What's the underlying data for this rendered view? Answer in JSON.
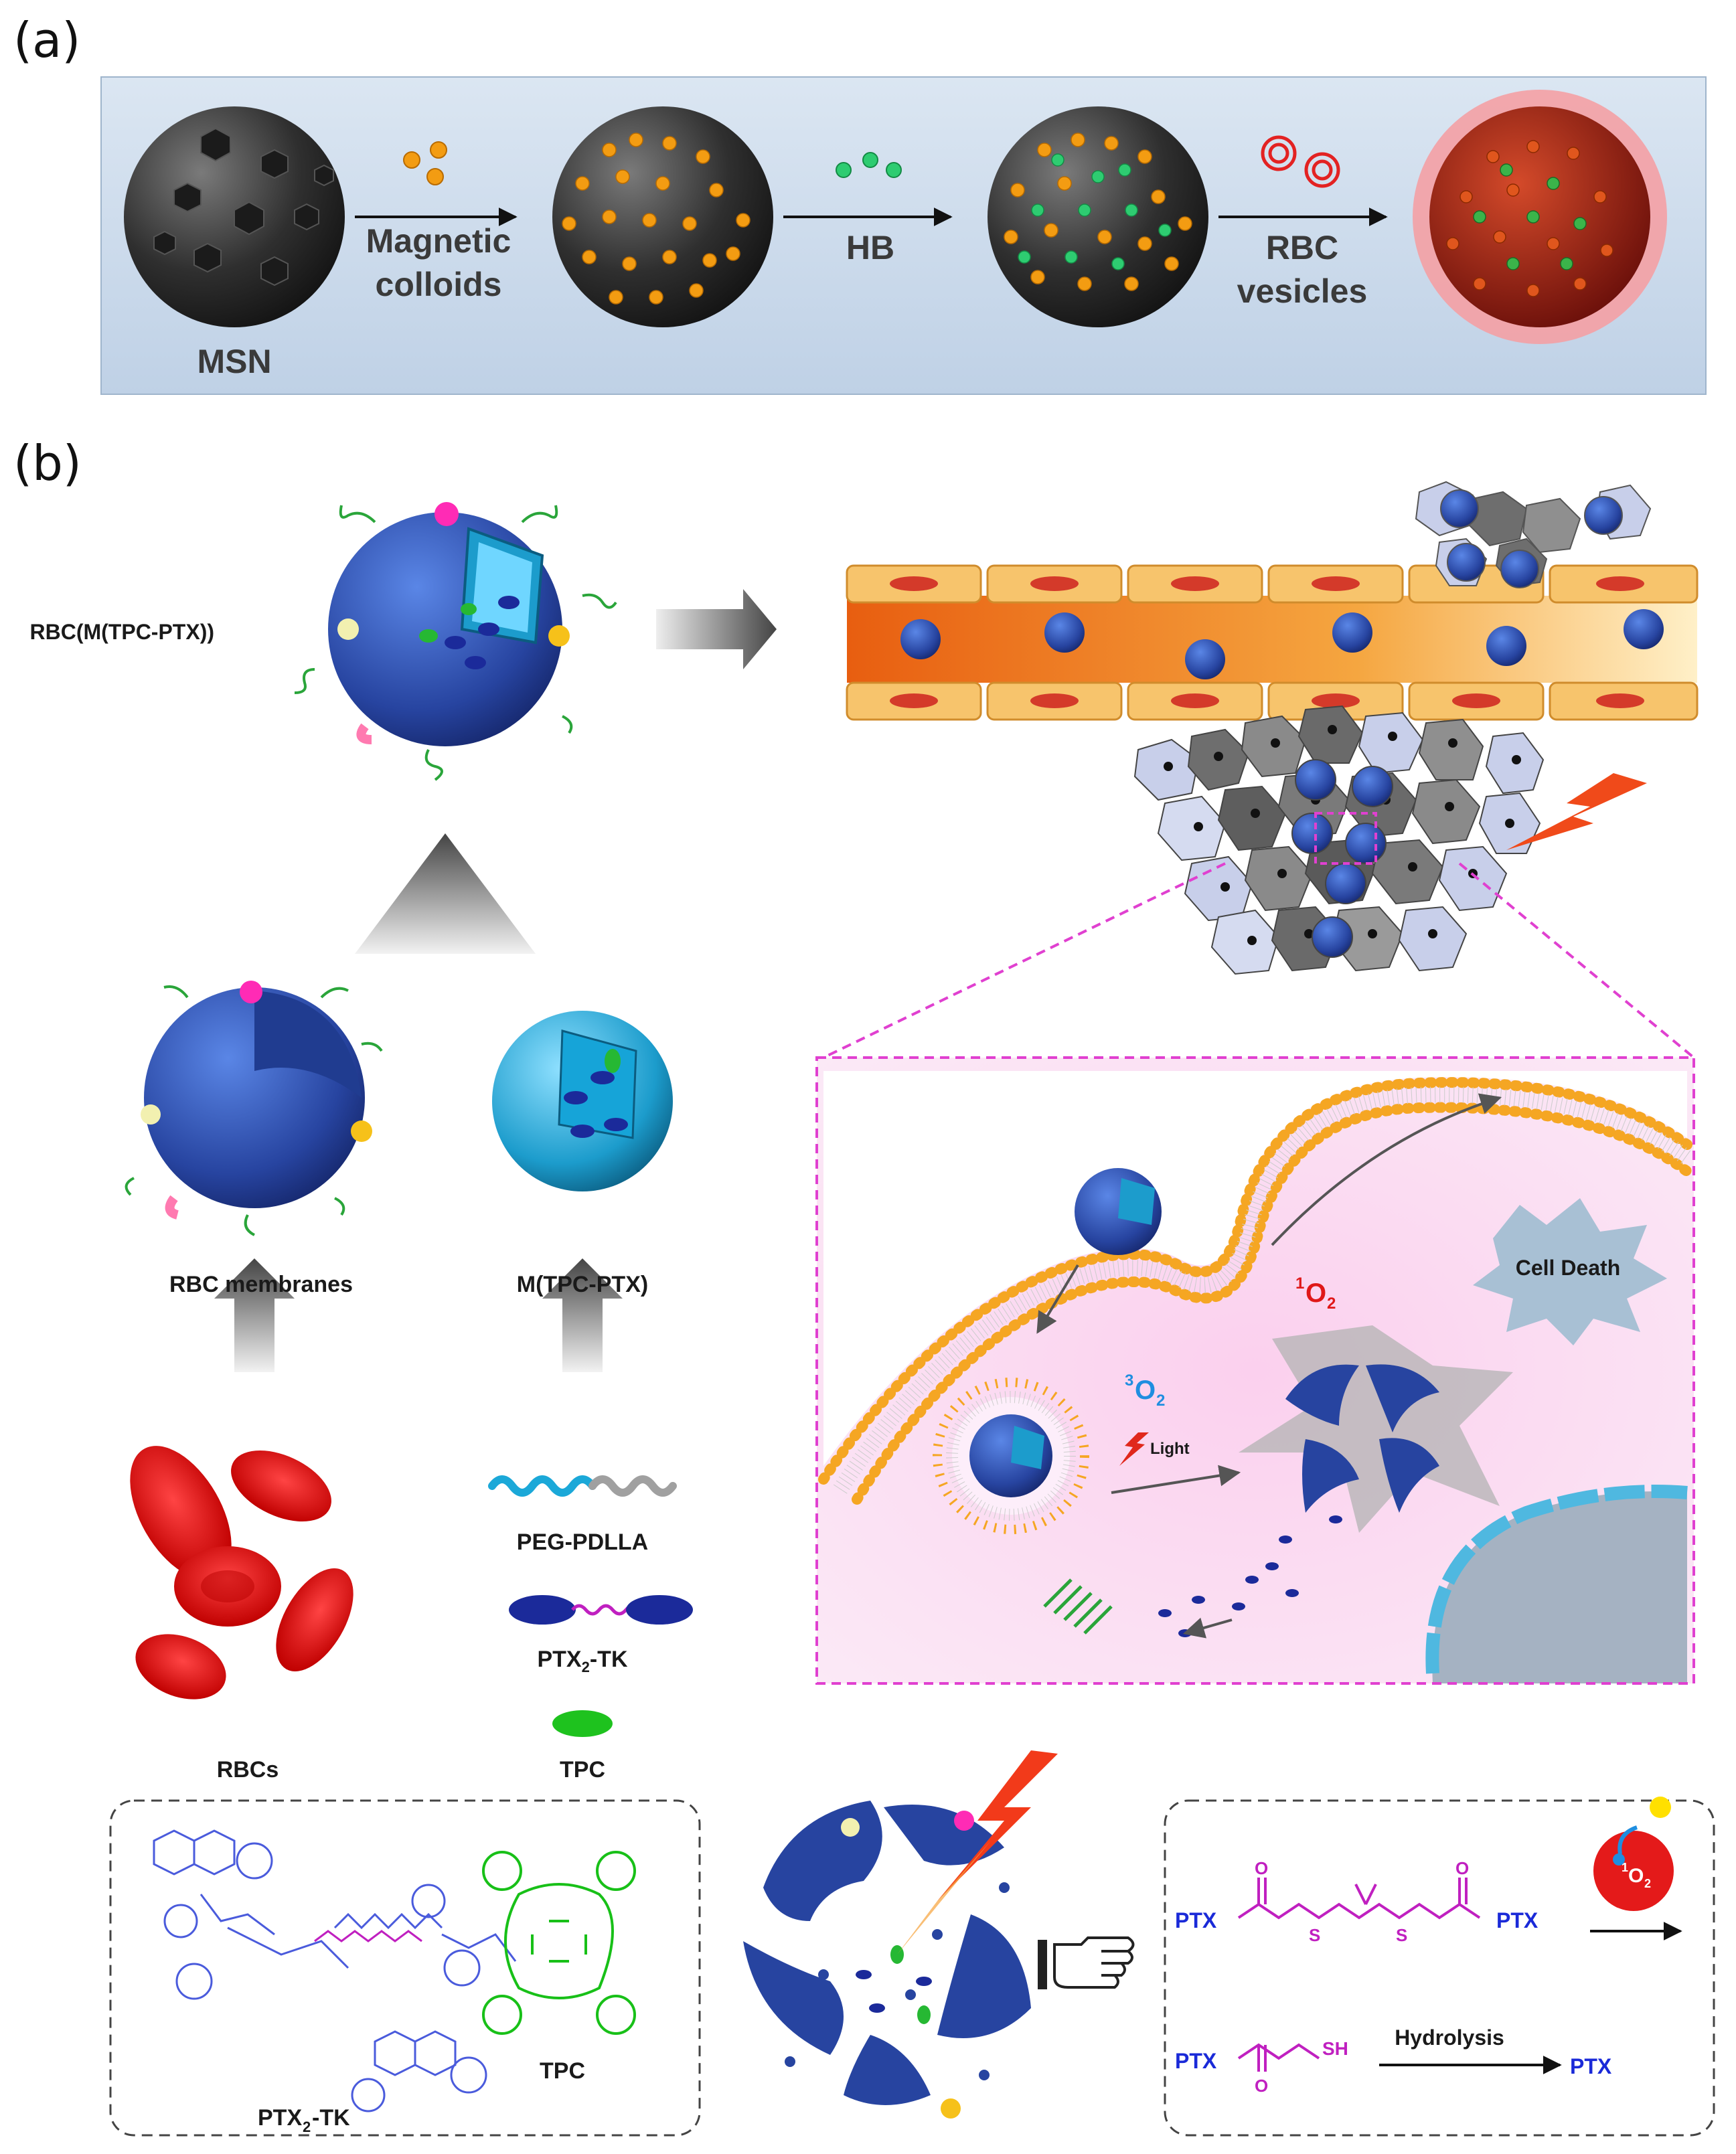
{
  "panel_a": {
    "letter": "(a)",
    "label_msn": "MSN",
    "arrow1_label_line1": "Magnetic",
    "arrow1_label_line2": "colloids",
    "arrow2_label": "HB",
    "arrow3_label_line1": "RBC",
    "arrow3_label_line2": "vesicles"
  },
  "panel_b": {
    "letter": "(b)",
    "label_rbc_mtpcptx": "RBC(M(TPC-PTX))",
    "label_rbc_membranes": "RBC membranes",
    "label_m_tpc_ptx": "M(TPC-PTX)",
    "label_peg_pdlla": "PEG-PDLLA",
    "label_ptx2_tk_main": "PTX",
    "label_ptx2_tk_sub": "2",
    "label_ptx2_tk_end": "-TK",
    "label_tpc": "TPC",
    "label_rbcs": "RBCs",
    "zoom": {
      "cell_death": "Cell Death",
      "singlet_oxygen_sup": "1",
      "singlet_oxygen": "O",
      "singlet_oxygen_sub": "2",
      "triplet_oxygen_sup": "3",
      "triplet_oxygen": "O",
      "triplet_oxygen_sub": "2",
      "light": "Light"
    },
    "chem_box_left": {
      "ptx2tk_main": "PTX",
      "ptx2tk_sub": "2",
      "ptx2tk_end": "-TK",
      "tpc": "TPC"
    },
    "chem_box_right": {
      "ptx_left": "PTX",
      "ptx_right": "PTX",
      "oxy_sup": "1",
      "oxy": "O",
      "oxy_sub": "2",
      "hydrolysis": "Hydrolysis",
      "ptx_bottom_left": "PTX",
      "sh": "SH",
      "ptx_product": "PTX"
    }
  },
  "colors": {
    "panel_a_bg": "#c9d9ea",
    "msn_gray": "#3a3a3a",
    "magnetic_orange": "#f39c12",
    "hb_green": "#2ecc71",
    "rbc_red": "#d62828",
    "membrane_blue": "#2b4ea8",
    "micelle_cyan": "#27a9d8",
    "vessel_orange": "#f08a24",
    "zoom_border": "#e040d0",
    "ptx_blue": "#1e40d8",
    "linker_magenta": "#c020c0",
    "tpc_green": "#18c018"
  }
}
